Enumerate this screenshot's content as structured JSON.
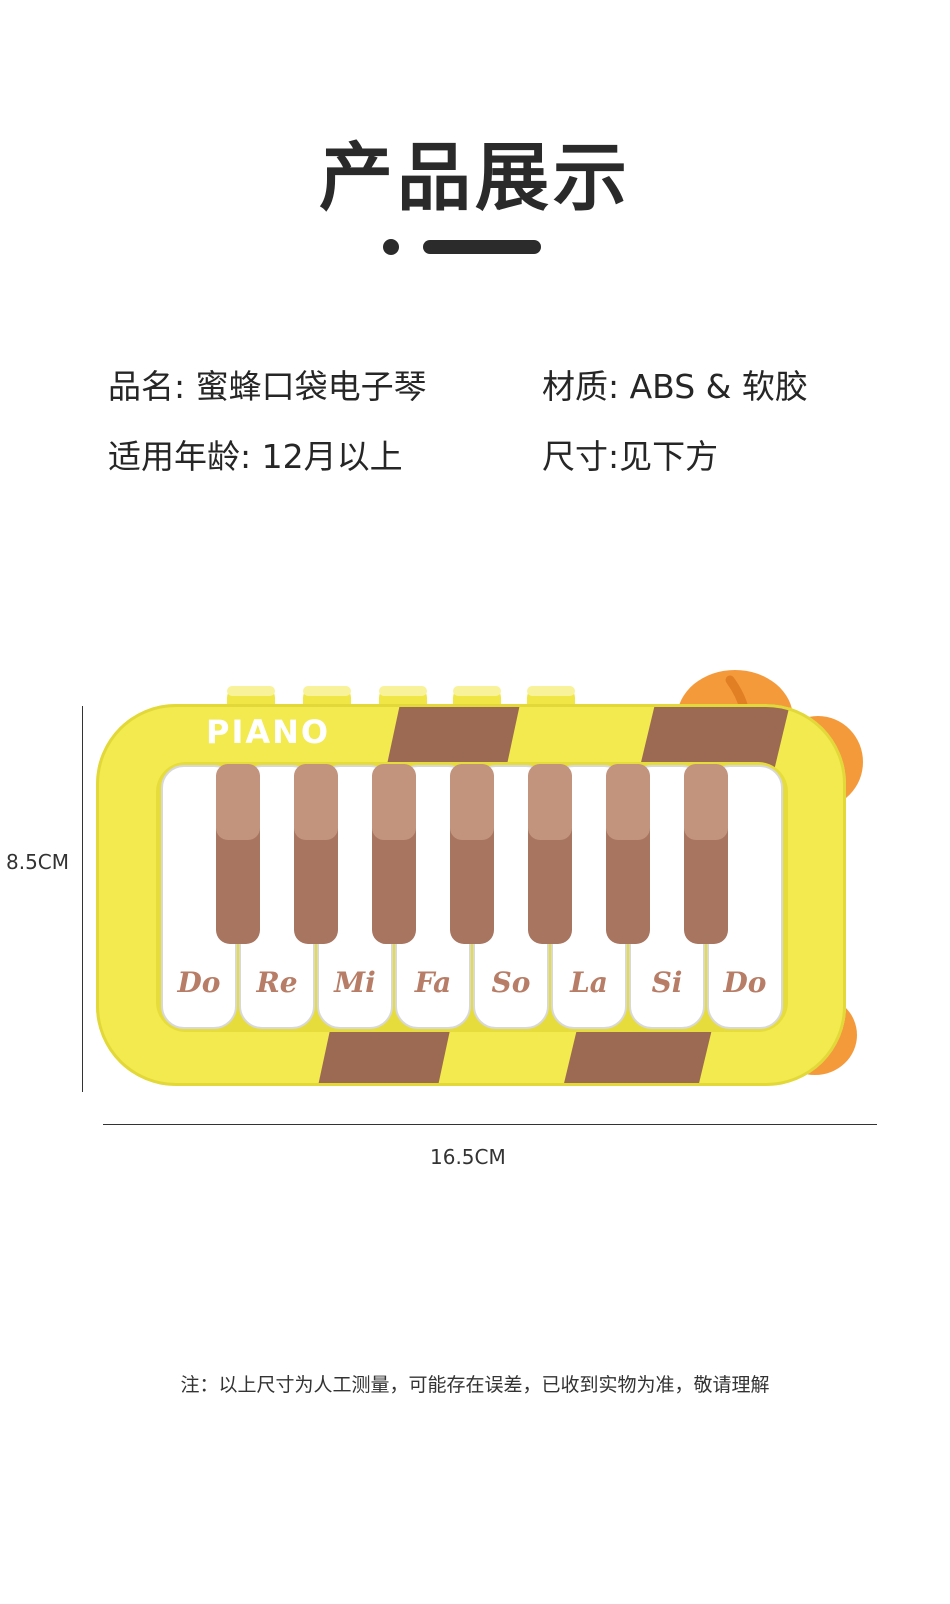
{
  "header": {
    "title": "产品展示"
  },
  "specs": {
    "name": "品名: 蜜蜂口袋电子琴",
    "material": "材质: ABS & 软胶",
    "age": "适用年龄: 12月以上",
    "size": "尺寸:见下方"
  },
  "product": {
    "brand_text": "PIANO",
    "keys": [
      "Do",
      "Re",
      "Mi",
      "Fa",
      "So",
      "La",
      "Si",
      "Do"
    ],
    "colors": {
      "body": "#f2ea4e",
      "stripe": "#9c6a52",
      "black_key": "#b07d66",
      "wing": "#f59a3b"
    }
  },
  "dimensions": {
    "height": "8.5CM",
    "width": "16.5CM"
  },
  "note": "注：以上尺寸为人工测量，可能存在误差，已收到实物为准，敬请理解"
}
